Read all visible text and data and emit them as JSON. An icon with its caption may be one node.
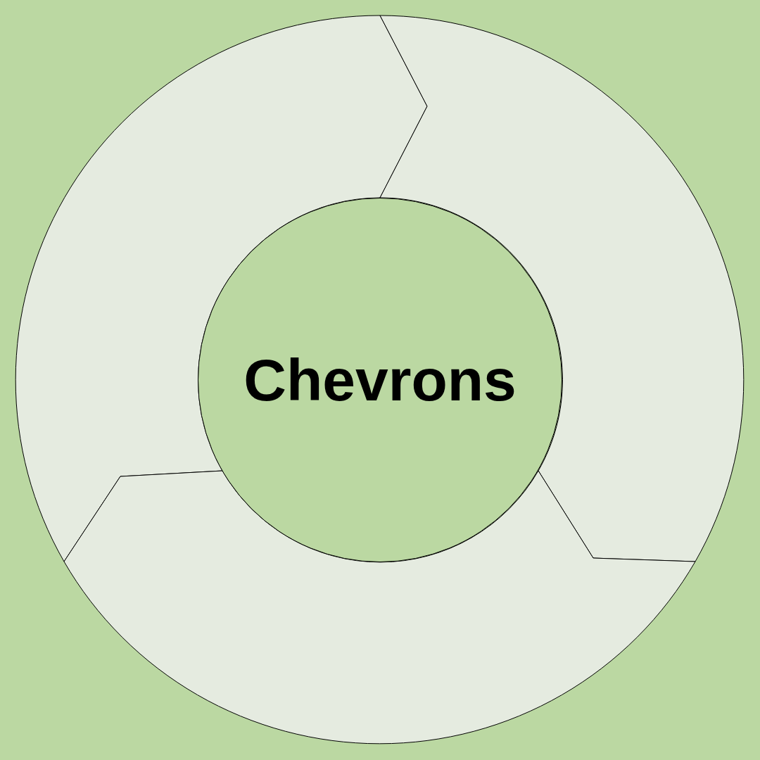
{
  "diagram": {
    "nodes": [
      {
        "text": [
          "Chevrons"
        ]
      },
      {
        "text": [],
        "shape": "band"
      },
      {
        "text": [],
        "shape": "band"
      },
      {
        "text": [],
        "shape": "band"
      }
    ]
  }
}
